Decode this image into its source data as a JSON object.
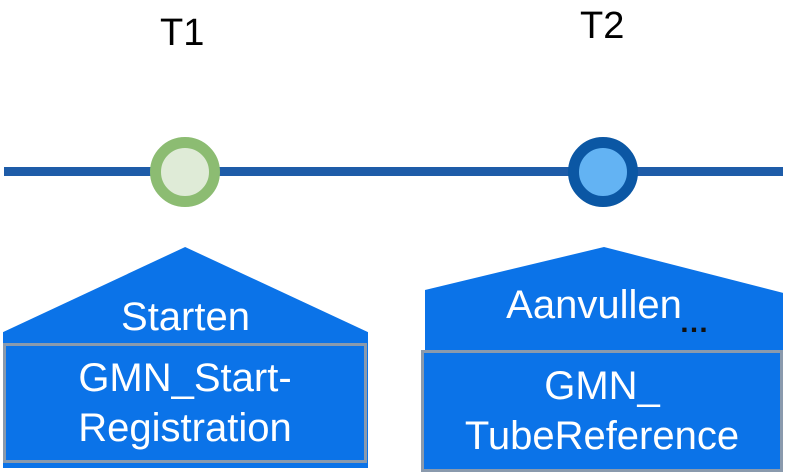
{
  "timeline": {
    "t1_label": "T1",
    "t2_label": "T2",
    "line_color": "#1E5CA8"
  },
  "markers": [
    {
      "id": "t1",
      "border_color": "#8CBC72",
      "fill_color": "#DFEBD7"
    },
    {
      "id": "t2",
      "border_color": "#0B57A4",
      "fill_color": "#63B3F3"
    }
  ],
  "callouts": [
    {
      "title": "Starten",
      "box_line1": "GMN_Start-",
      "box_line2": "Registration",
      "fill_color": "#0B73E8",
      "border_color": "#8A9AAD",
      "text_color": "#FFFFFF"
    },
    {
      "title": "Aanvullen",
      "truncation": "…",
      "box_line1": "GMN_",
      "box_line2": "TubeReference",
      "fill_color": "#0B73E8",
      "border_color": "#8A9AAD",
      "text_color": "#FFFFFF"
    }
  ]
}
